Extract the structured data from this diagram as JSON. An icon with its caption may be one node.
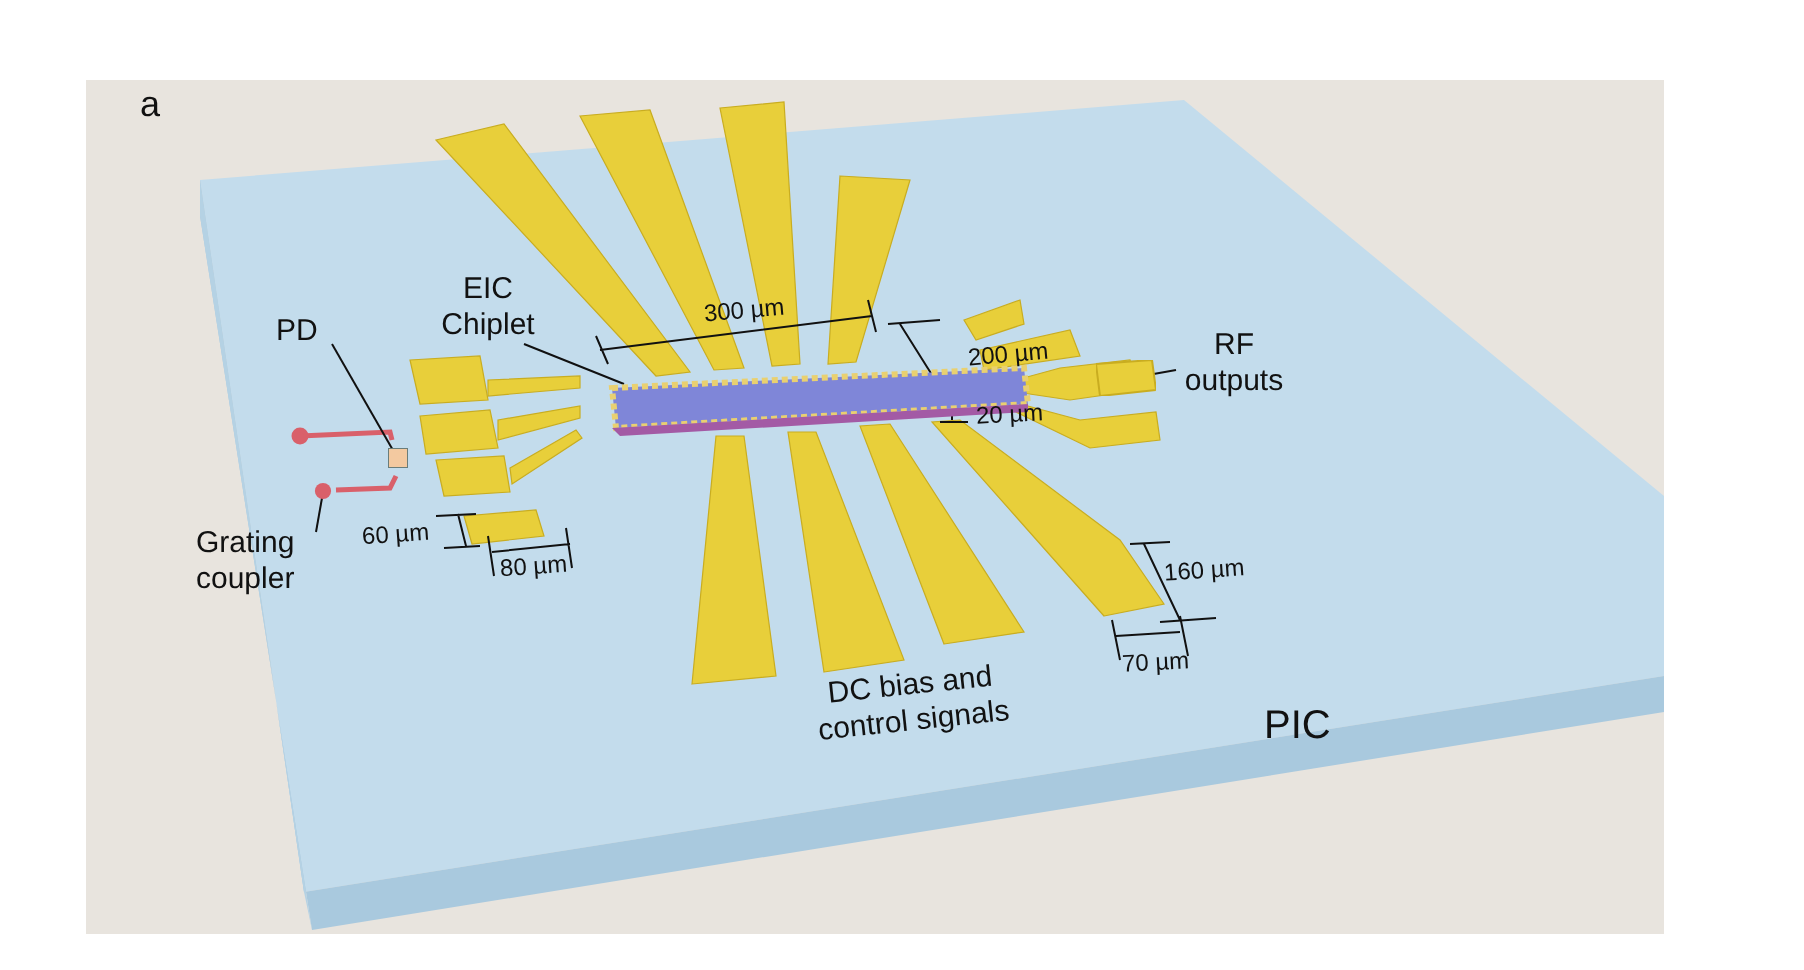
{
  "diagram": {
    "nodes": [
      {
        "text": [
          "EIC Chiplet"
        ]
      },
      {
        "text": [],
        "shape": "box"
      },
      {
        "text": [
          "PD"
        ]
      },
      {
        "text": [],
        "shape": "box"
      },
      {
        "text": [
          "Grating coupler"
        ]
      },
      {
        "text": [],
        "shape": "circle"
      },
      {
        "text": [
          "RF outputs"
        ]
      },
      {
        "text": [],
        "shape": "box"
      }
    ],
    "edges": [
      {
        "from": 0,
        "to": 1,
        "arrow": "none"
      },
      {
        "from": 2,
        "to": 3,
        "arrow": "none"
      },
      {
        "from": 4,
        "to": 5,
        "arrow": "none"
      },
      {
        "from": 6,
        "to": 7,
        "arrow": "none"
      }
    ],
    "labels": [
      "a",
      "300 µm",
      "200 µm",
      "20 µm",
      "60 µm",
      "80 µm",
      "160 µm",
      "70 µm",
      "DC bias and control signals",
      "PIC"
    ]
  }
}
